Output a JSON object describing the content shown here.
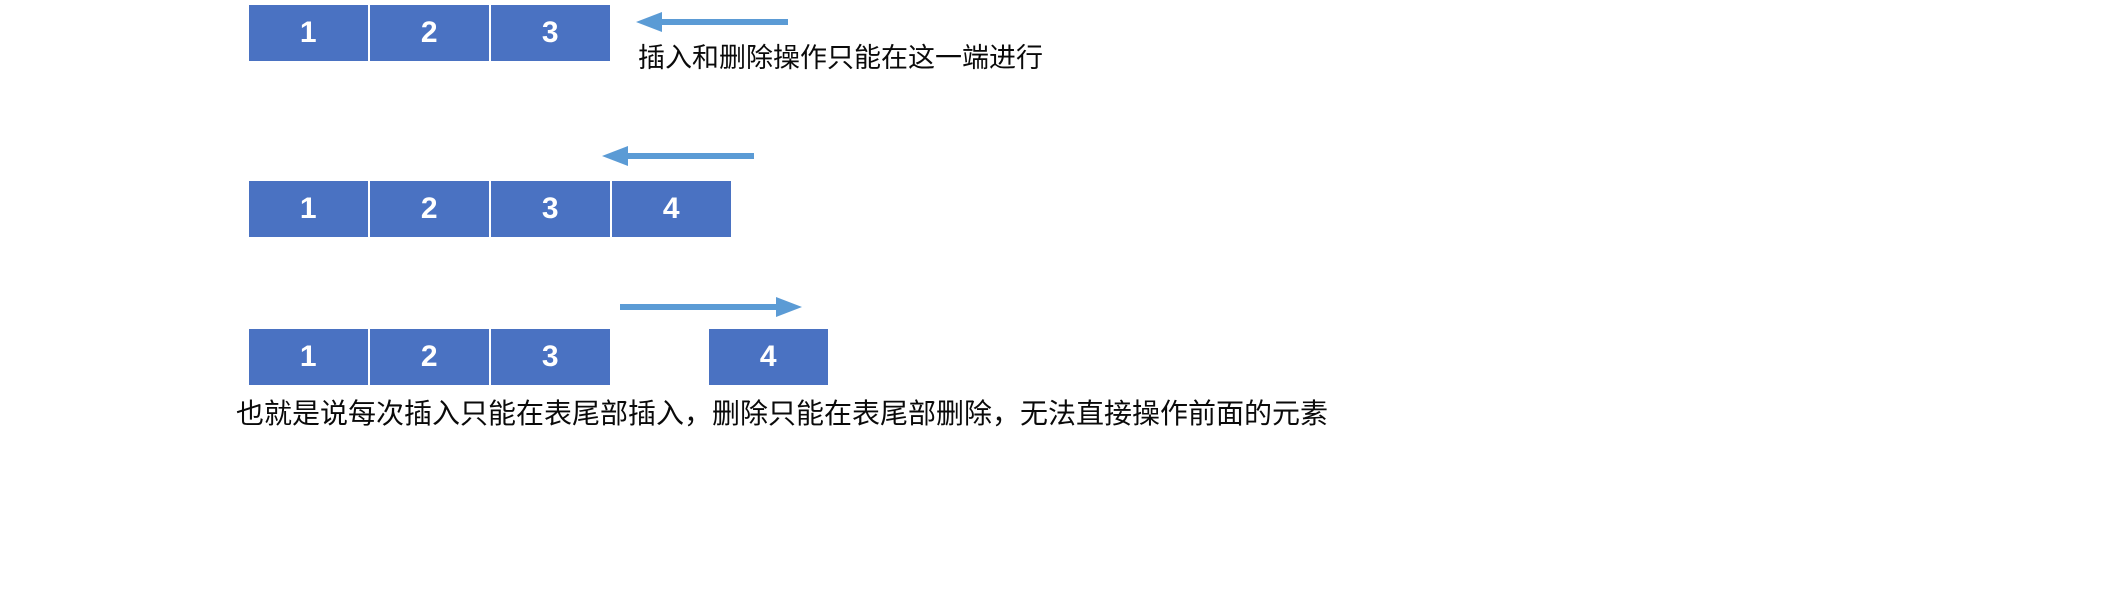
{
  "figure": {
    "title_hidden": "",
    "background_color": "#ffffff",
    "box_fill_color": "#4A72C2",
    "box_text_color": "#ffffff",
    "arrow_color": "#5B9BD5",
    "caption_color": "#0a0a0a"
  },
  "rows": [
    {
      "id": "row-initial-stack",
      "arrow": {
        "direction": "left",
        "name": "arrow-left-top",
        "color": "#5B9BD5"
      },
      "cells": [
        {
          "label": "1"
        },
        {
          "label": "2"
        },
        {
          "label": "3"
        }
      ],
      "caption": "插入和删除操作只能在这一端进行"
    },
    {
      "id": "row-after-push",
      "arrow": {
        "direction": "left",
        "name": "arrow-left-middle",
        "color": "#5B9BD5"
      },
      "cells": [
        {
          "label": "1"
        },
        {
          "label": "2"
        },
        {
          "label": "3"
        },
        {
          "label": "4"
        }
      ],
      "caption": ""
    },
    {
      "id": "row-after-pop",
      "arrow": {
        "direction": "right",
        "name": "arrow-right-bottom",
        "color": "#5B9BD5"
      },
      "cells": [
        {
          "label": "1"
        },
        {
          "label": "2"
        },
        {
          "label": "3"
        },
        {
          "label": "",
          "detached": true
        },
        {
          "label": "4"
        }
      ],
      "caption": ""
    }
  ],
  "footer": {
    "caption": "也就是说每次插入只能在表尾部插入，删除只能在表尾部删除，无法直接操作前面的元素"
  }
}
